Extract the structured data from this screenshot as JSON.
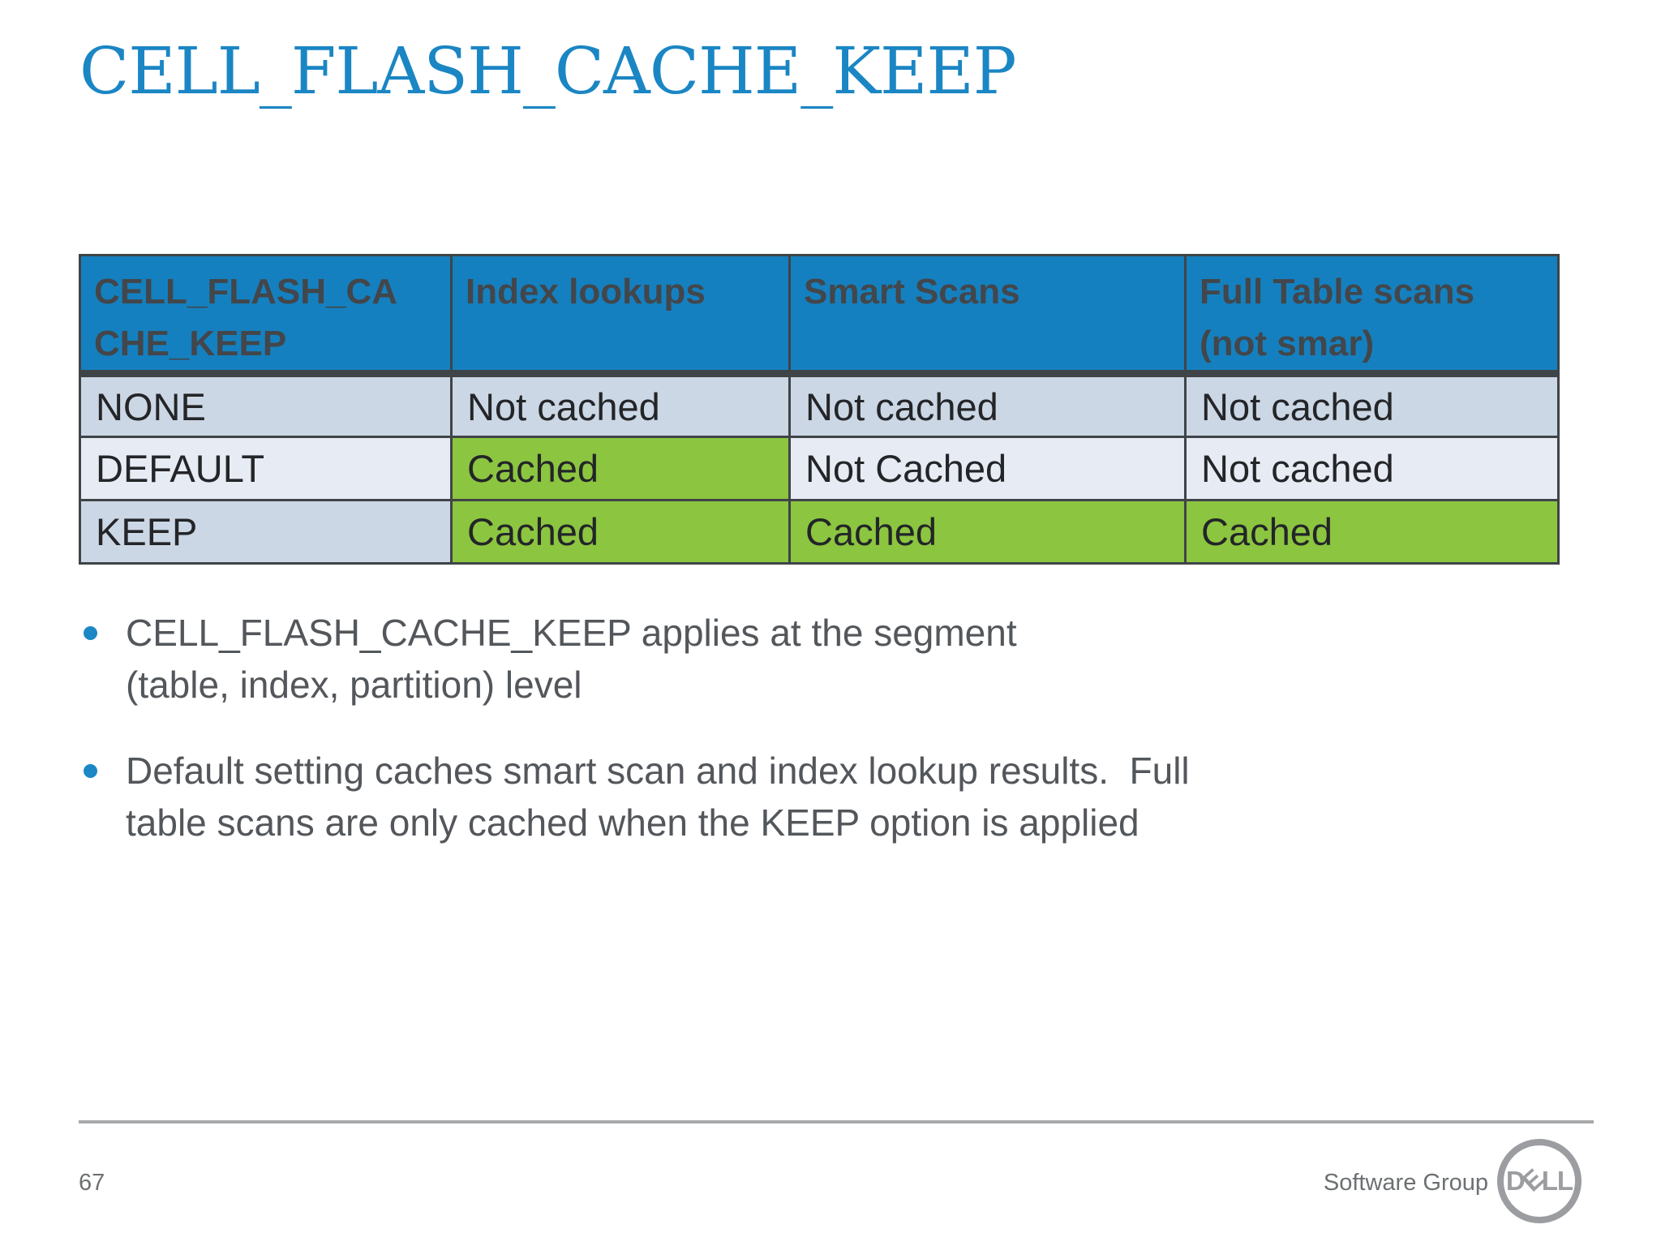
{
  "slide": {
    "title": "CELL_FLASH_CACHE_KEEP"
  },
  "table": {
    "header": {
      "col1": [
        "CELL_FLASH_CA",
        "CHE_KEEP"
      ],
      "col2": "Index lookups",
      "col3": "Smart Scans",
      "col4": [
        "Full Table scans",
        "(not smar)"
      ]
    },
    "rows": [
      {
        "label": "NONE",
        "cells": [
          "Not cached",
          "Not cached",
          "Not cached"
        ]
      },
      {
        "label": "DEFAULT",
        "cells": [
          "Cached",
          "Not Cached",
          "Not cached"
        ]
      },
      {
        "label": "KEEP",
        "cells": [
          "Cached",
          "Cached",
          "Cached"
        ]
      }
    ]
  },
  "bullets": [
    {
      "lines": [
        "CELL_FLASH_CACHE_KEEP applies at the segment",
        "(table, index, partition) level"
      ]
    },
    {
      "lines": [
        "Default setting caches smart scan and index lookup results.  Full",
        "table scans are only cached when the KEEP option is applied"
      ]
    }
  ],
  "footer": {
    "page_number": "67",
    "group_label": "Software Group",
    "logo": {
      "d": "D",
      "e": "E",
      "l1": "L",
      "l2": "L"
    }
  },
  "colors": {
    "title_blue": "#1b86c4",
    "header_blue": "#1580bf",
    "cached_green": "#8cc540",
    "row_light_blue": "#ccd7e5",
    "row_lighter": "#e7ebf3",
    "border_dark": "#3f4448",
    "bullet_blue": "#1b87c5",
    "footer_gray": "#6d7072"
  }
}
